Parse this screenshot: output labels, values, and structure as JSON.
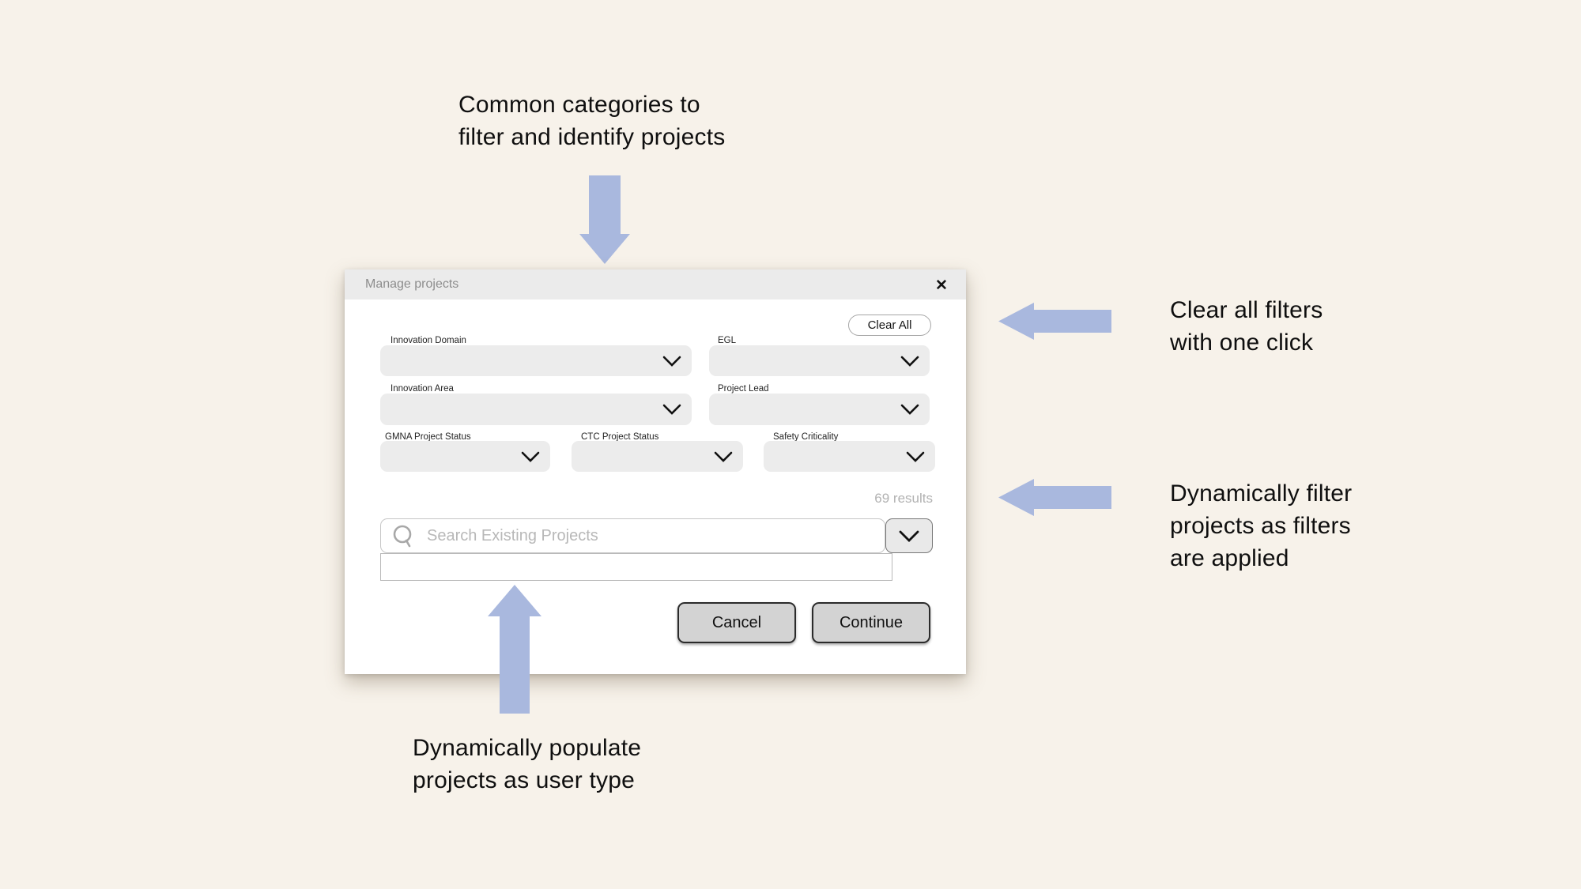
{
  "colors": {
    "page_bg": "#f7f2ea",
    "arrow": "#a9b8de",
    "titlebar_bg": "#ebebeb",
    "field_fill": "#ececec",
    "button_fill": "#d3d3d3"
  },
  "annotations": {
    "top": {
      "lines": [
        "Common categories to",
        "filter and identify projects"
      ]
    },
    "clear": {
      "lines": [
        "Clear all filters",
        "with one click"
      ]
    },
    "filter": {
      "lines": [
        "Dynamically filter",
        "projects as filters",
        "are applied"
      ]
    },
    "populate": {
      "lines": [
        "Dynamically populate",
        "projects as user type"
      ]
    }
  },
  "dialog": {
    "title": "Manage projects",
    "close_label": "✕",
    "clear_all_label": "Clear All",
    "results_text": "69 results",
    "search": {
      "placeholder": "Search Existing Projects",
      "value": ""
    },
    "cancel_label": "Cancel",
    "continue_label": "Continue",
    "filters": [
      {
        "label": "Innovation Domain"
      },
      {
        "label": "EGL"
      },
      {
        "label": "Innovation Area"
      },
      {
        "label": "Project Lead"
      },
      {
        "label": "GMNA Project Status"
      },
      {
        "label": "CTC Project Status"
      },
      {
        "label": "Safety Criticality"
      }
    ]
  }
}
